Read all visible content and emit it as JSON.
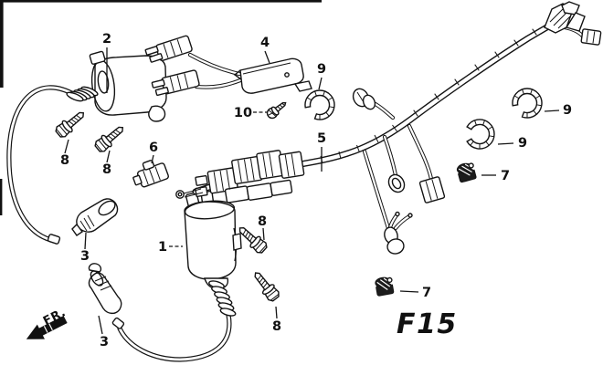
{
  "figure": {
    "code": "F15",
    "direction_label": "FR."
  },
  "callouts": [
    {
      "label": "2",
      "target": "ignition-coil-secondary"
    },
    {
      "label": "4",
      "target": "wire-bracket"
    },
    {
      "label": "9",
      "target": "harness-band-top"
    },
    {
      "label": "10",
      "target": "pan-screw"
    },
    {
      "label": "5",
      "target": "wire-harness"
    },
    {
      "label": "6",
      "target": "connector-clip"
    },
    {
      "label": "8",
      "target": "flange-bolt-left-1"
    },
    {
      "label": "8",
      "target": "flange-bolt-left-2"
    },
    {
      "label": "1",
      "target": "ignition-coil-primary"
    },
    {
      "label": "3",
      "target": "spark-plug-cap-upper"
    },
    {
      "label": "8",
      "target": "flange-bolt-right-1"
    },
    {
      "label": "8",
      "target": "flange-bolt-right-2"
    },
    {
      "label": "3",
      "target": "spark-plug-cap-lower"
    },
    {
      "label": "7",
      "target": "wire-clamp-right"
    },
    {
      "label": "9",
      "target": "harness-band-right-upper"
    },
    {
      "label": "9",
      "target": "harness-band-right-lower"
    },
    {
      "label": "7",
      "target": "wire-clamp-bottom"
    }
  ]
}
